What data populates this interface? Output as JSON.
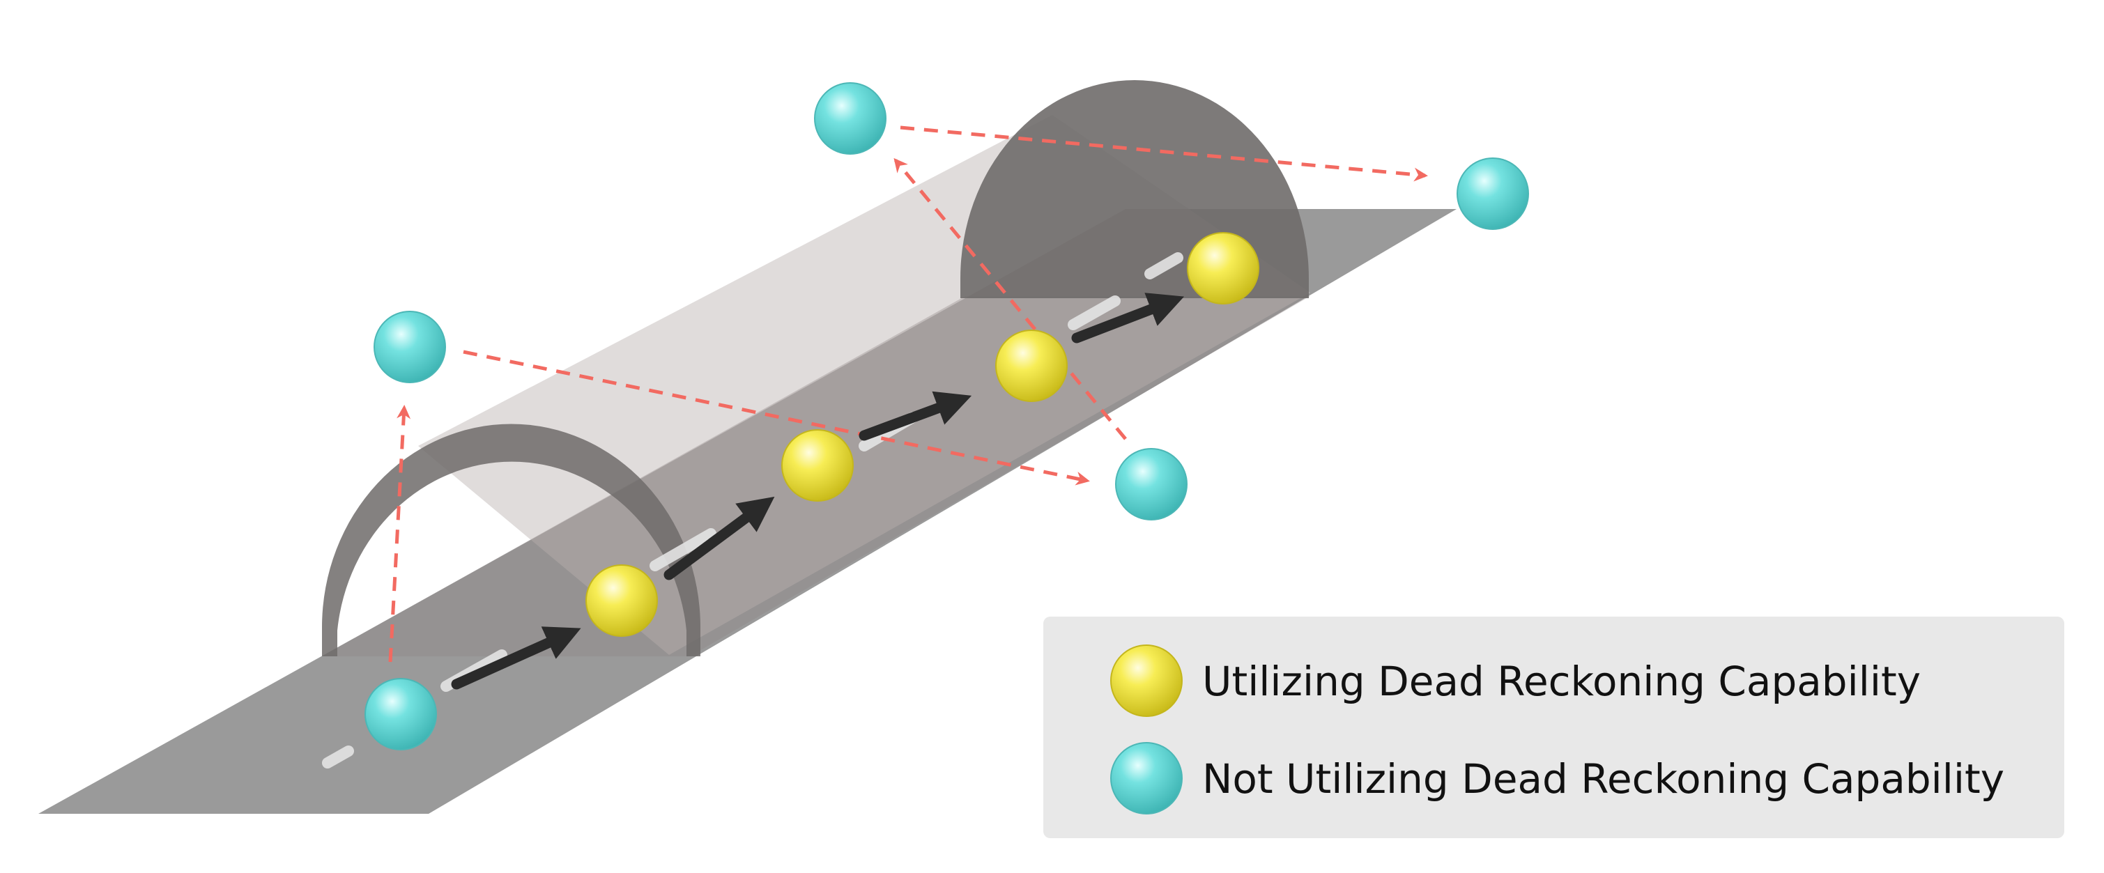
{
  "legend": {
    "items": [
      {
        "label": "Utilizing Dead Reckoning Capability",
        "color": "#f2e64a",
        "icon": "yellow-sphere"
      },
      {
        "label": "Not Utilizing Dead Reckoning Capability",
        "color": "#6fdedd",
        "icon": "cyan-sphere"
      }
    ]
  },
  "colors": {
    "road": "#9a9a9a",
    "tunnel_roof": "#cbc4c2",
    "tunnel_arch": "#6f6b6a",
    "dead_reckoning": "#f2e64a",
    "no_dead_reckoning": "#6fdedd",
    "signal_path": "#f26a61",
    "motion_arrow": "#2a2a2a",
    "legend_bg": "#e8e8e8"
  }
}
